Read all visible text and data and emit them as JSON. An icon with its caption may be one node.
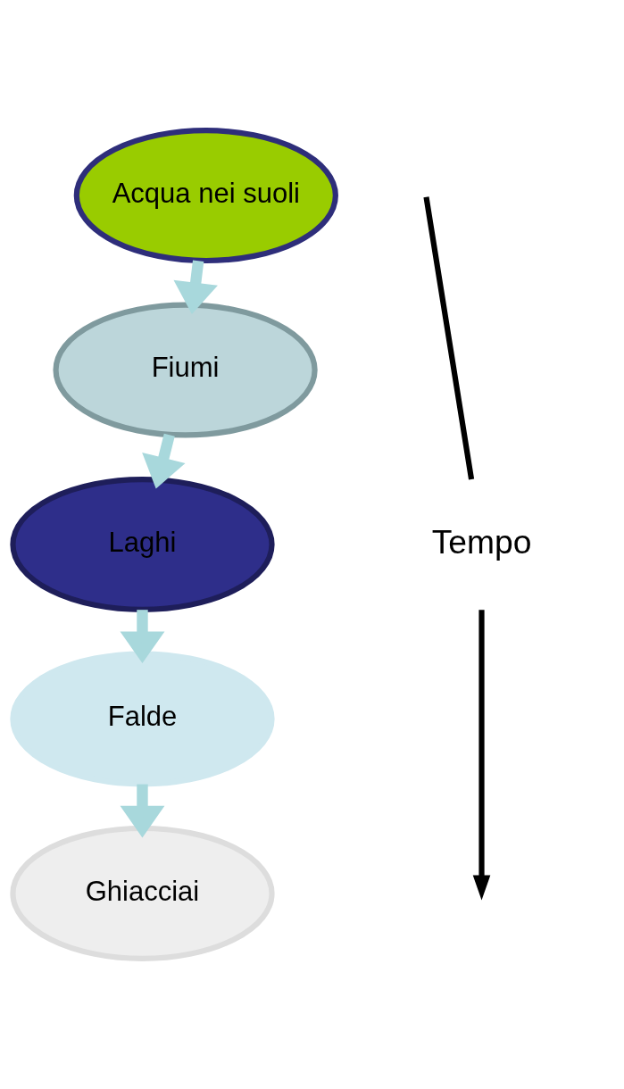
{
  "diagram": {
    "nodes": [
      {
        "text": [
          "Acqua nei suoli"
        ]
      },
      {
        "text": [
          "Fiumi"
        ]
      },
      {
        "text": [
          "Laghi"
        ]
      },
      {
        "text": [
          "Falde"
        ]
      },
      {
        "text": [
          "Ghiacciai"
        ]
      }
    ],
    "edges": [
      {
        "from": 0,
        "to": 1,
        "arrow": "to"
      },
      {
        "from": 1,
        "to": 2,
        "arrow": "to"
      },
      {
        "from": 2,
        "to": 3,
        "arrow": "to"
      },
      {
        "from": 3,
        "to": 4,
        "arrow": "to"
      }
    ],
    "labels": [
      "Tempo"
    ]
  }
}
